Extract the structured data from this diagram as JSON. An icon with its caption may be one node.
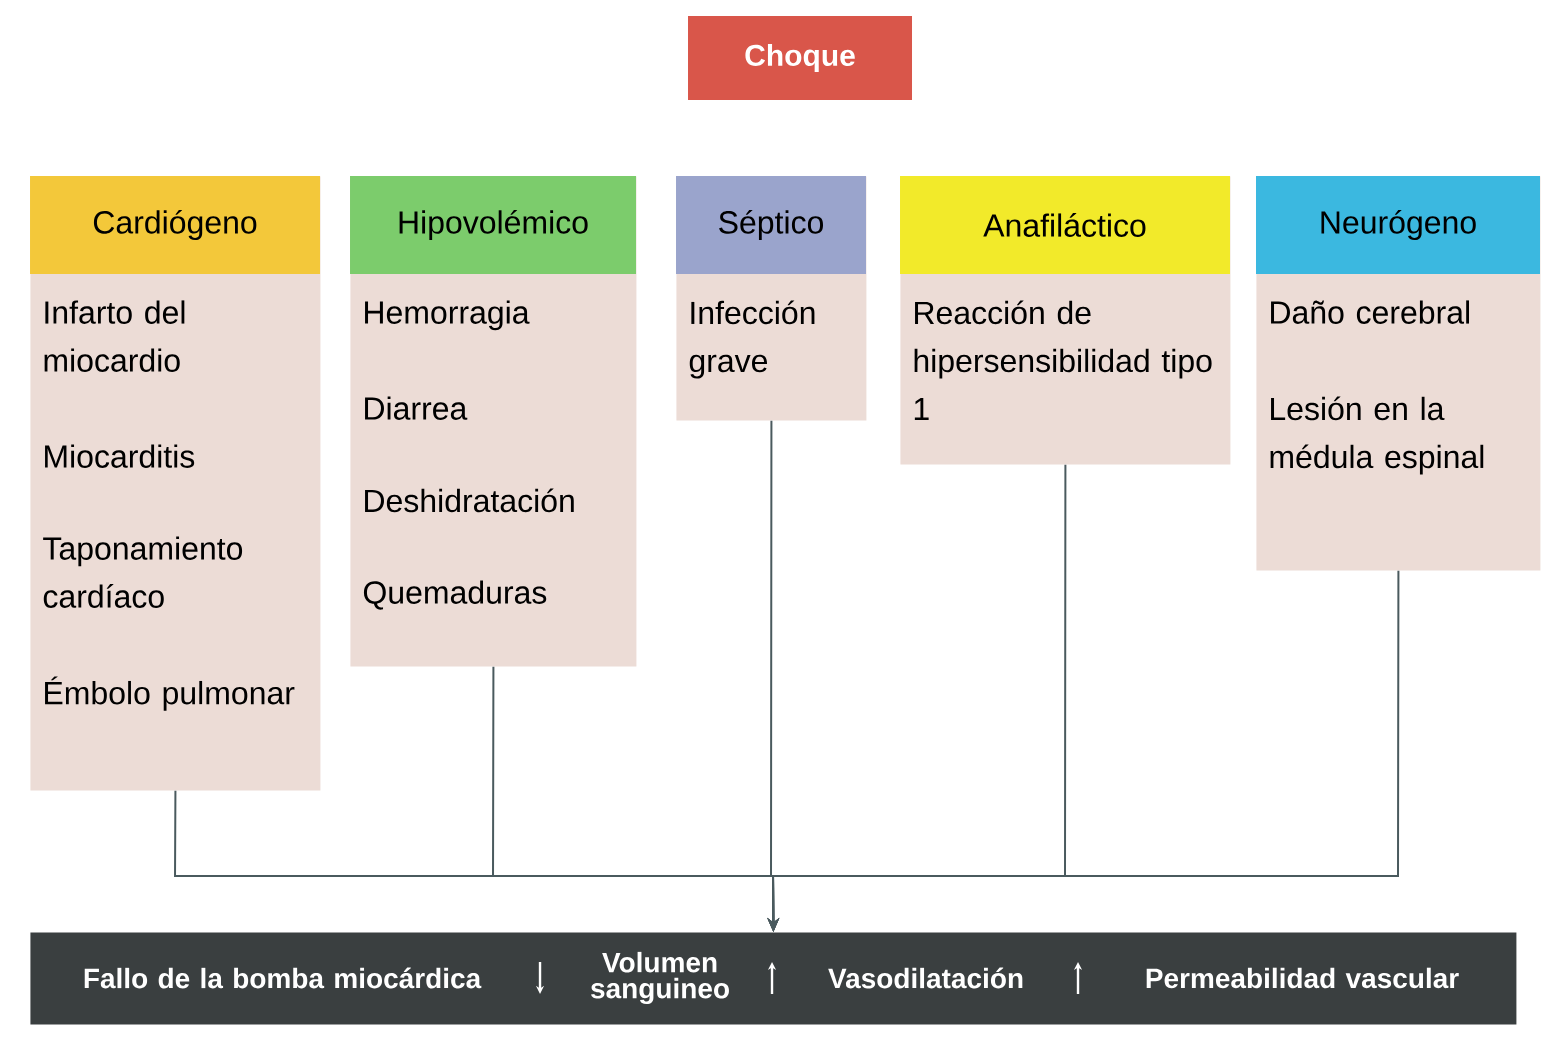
{
  "diagram": {
    "nodes": [
      {
        "text": [
          "Choque"
        ]
      },
      {
        "text": [
          "Cardiógeno",
          "Infarto del miocardio",
          "Miocarditis",
          "Taponamiento cardíaco",
          "Émbolo pulmonar"
        ]
      },
      {
        "text": [
          "Hipovolémico",
          "Hemorragia",
          "Diarrea",
          "Deshidratación",
          "Quemaduras"
        ]
      },
      {
        "text": [
          "Séptico",
          "Infección grave"
        ]
      },
      {
        "text": [
          "Anafiláctico",
          "Reacción de hipersensibilidad tipo 1"
        ]
      },
      {
        "text": [
          "Neurógeno",
          "Daño cerebral",
          "Lesión en la médula espinal"
        ]
      },
      {
        "text": [
          "Fallo de la bomba miocárdica",
          "Volumen sanguineo",
          "Vasodilatación",
          "Permeabilidad vascular"
        ]
      }
    ],
    "edges": [
      {
        "from": 1,
        "to": 6,
        "arrow": "to"
      },
      {
        "from": 2,
        "to": 6,
        "arrow": "to"
      },
      {
        "from": 3,
        "to": 6,
        "arrow": "to"
      },
      {
        "from": 4,
        "to": 6,
        "arrow": "to"
      },
      {
        "from": 5,
        "to": 6,
        "arrow": "to"
      }
    ]
  }
}
